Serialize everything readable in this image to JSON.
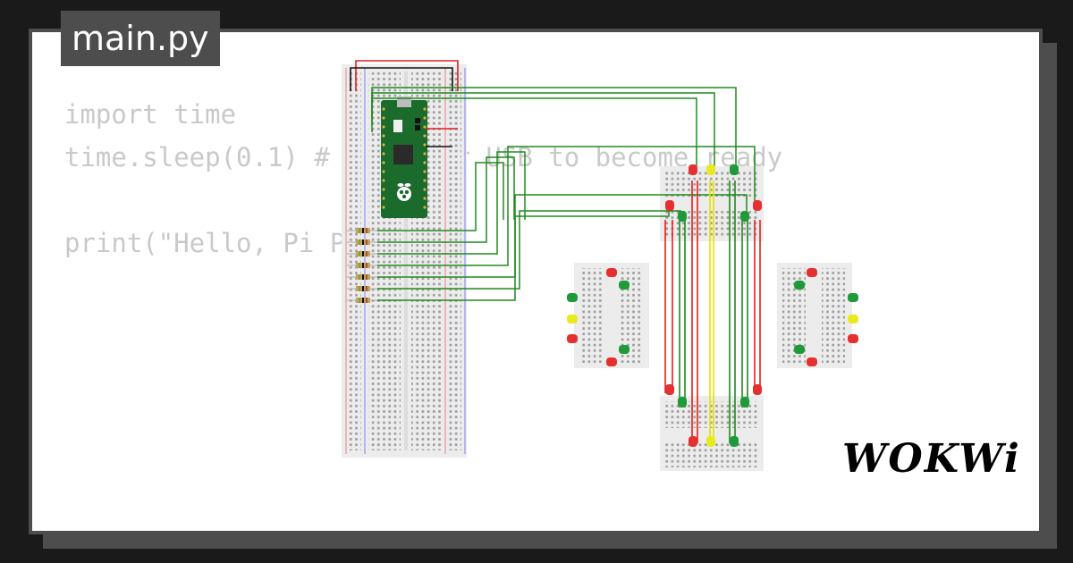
{
  "tab": {
    "filename": "main.py"
  },
  "code": {
    "lines": [
      "import time",
      "time.sleep(0.1) # Wait for USB to become ready",
      "",
      "print(\"Hello, Pi Pico!\")"
    ]
  },
  "logo": {
    "text": "WOKWi"
  },
  "icons": {
    "board": "raspberry-pi-logo-icon"
  },
  "colors": {
    "background": "#1a1a1a",
    "card": "#ffffff",
    "tab": "#4d4d4d",
    "code_text": "#c9c9c9",
    "wire_green": "#1e8a1e",
    "wire_red": "#e02020",
    "wire_yellow": "#e8e000",
    "wire_black": "#111111",
    "led_red": "#e53030",
    "led_green": "#1f9a3a",
    "led_yellow": "#e9e920",
    "pico_board": "#1b6b2c"
  }
}
